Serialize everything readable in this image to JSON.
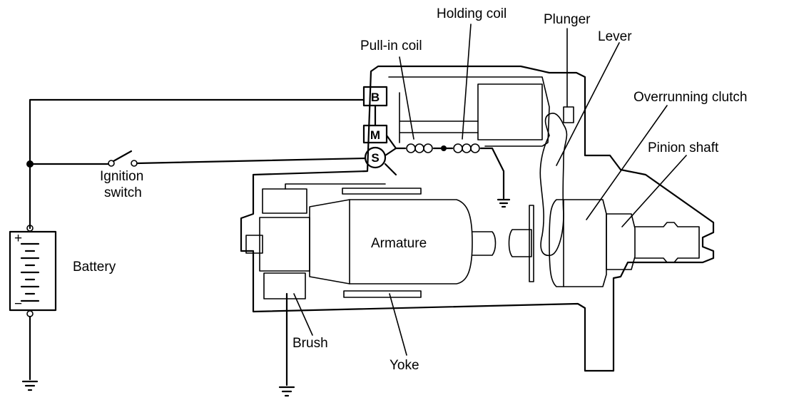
{
  "labels": {
    "holding_coil": "Holding coil",
    "plunger": "Plunger",
    "pull_in_coil": "Pull-in coil",
    "lever": "Lever",
    "overrunning_clutch": "Overrunning clutch",
    "pinion_shaft": "Pinion shaft",
    "ignition_line1": "Ignition",
    "ignition_line2": "switch",
    "armature": "Armature",
    "battery": "Battery",
    "brush": "Brush",
    "yoke": "Yoke"
  },
  "terminals": {
    "b": "B",
    "m": "M",
    "s": "S"
  },
  "battery_signs": {
    "plus": "+",
    "minus": "−"
  }
}
